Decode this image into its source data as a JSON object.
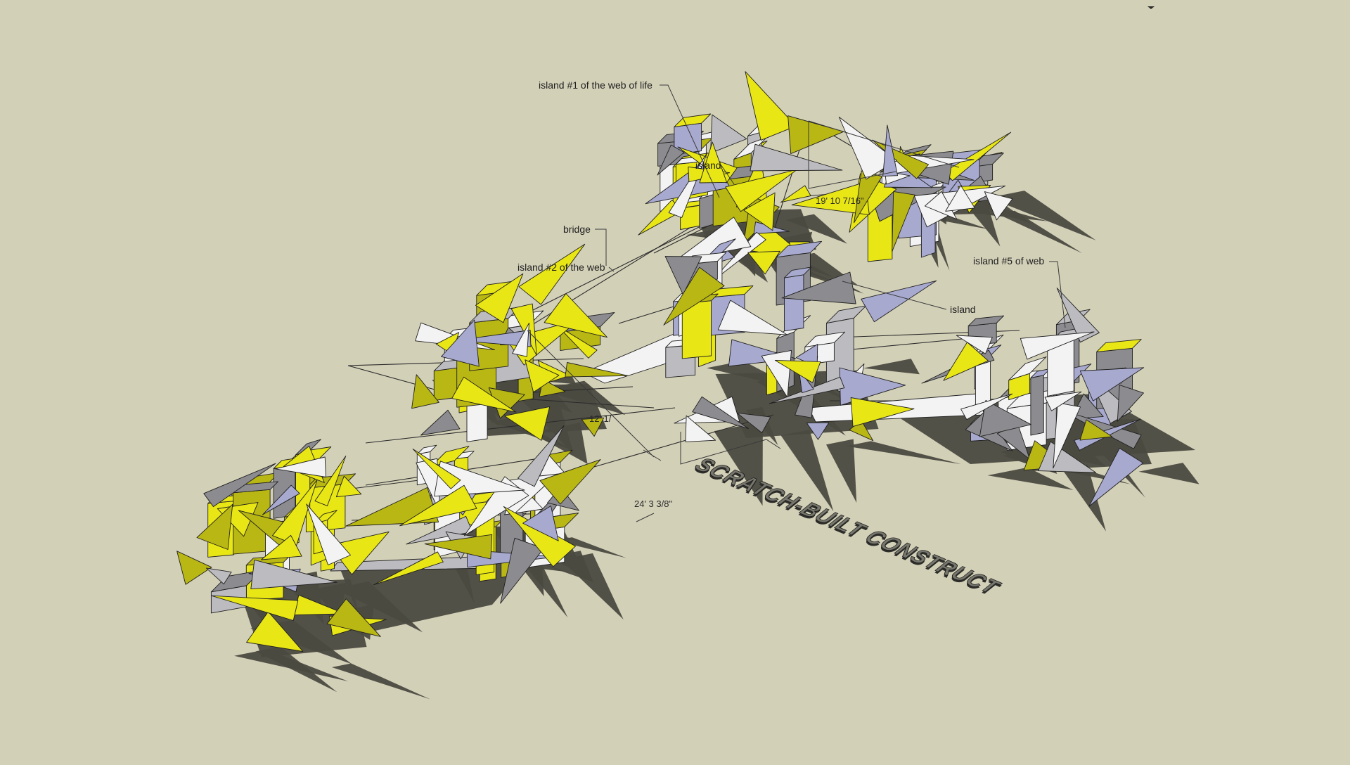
{
  "scene": {
    "background_color": "#d3d0b8",
    "face_colors": {
      "yellow": "#e8e614",
      "yellow_dark": "#b9b713",
      "white": "#f3f3f3",
      "grey": "#bcbcc0",
      "lavender": "#a7a9cf",
      "dark_grey": "#8c8c90",
      "shadow": "#4b4a40"
    }
  },
  "labels": {
    "island1": "island #1 of the  web of life",
    "island_top": "island",
    "dim_top": "19' 10 7/16\"",
    "bridge": "bridge",
    "island2": "island #2 of the web",
    "island5": "island #5 of web",
    "island_center": "island",
    "dim_middle": "12' 1/",
    "dim_bottom": "24' 3 3/8\"",
    "extruded_text": "SCRATCH-BUILT CONSTRUCT"
  }
}
